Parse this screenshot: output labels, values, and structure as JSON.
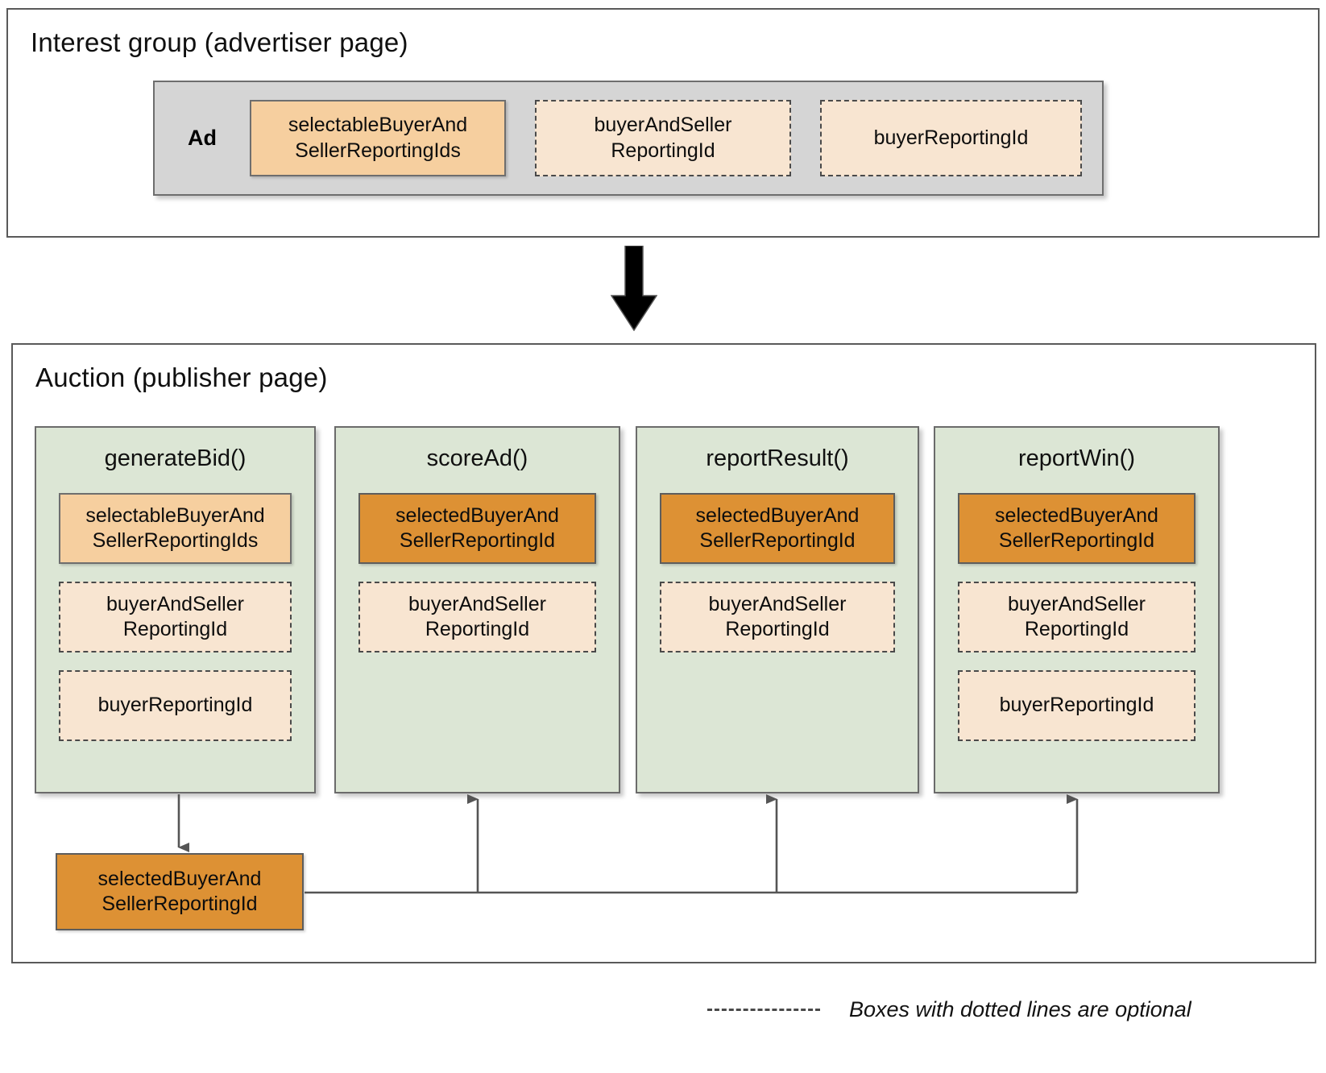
{
  "diagram": {
    "title_interest_group": "Interest group (advertiser page)",
    "title_auction": "Auction (publisher page)",
    "colors": {
      "solid_light_orange": "#F6CF9F",
      "solid_dark_orange": "#DD9134",
      "dashed_peach": "#F8E5D1",
      "function_green": "#DCE6D5",
      "ad_grey": "#D5D5D5",
      "border_grey": "#6E6E6E",
      "arrow_black": "#000000"
    }
  },
  "interest_group": {
    "title": "Interest group (advertiser page)",
    "ad_label": "Ad",
    "fields": [
      {
        "label": "selectableBuyerAnd\nSellerReportingIds",
        "style": "solid-light",
        "optional": false
      },
      {
        "label": "buyerAndSeller\nReportingId",
        "style": "dashed-peach",
        "optional": true
      },
      {
        "label": "buyerReportingId",
        "style": "dashed-peach",
        "optional": true
      }
    ]
  },
  "flow_arrow": {
    "icon": "down-block-arrow-icon",
    "direction": "down"
  },
  "auction": {
    "title": "Auction (publisher page)",
    "columns": [
      {
        "name": "generateBid()",
        "fields": [
          {
            "label": "selectableBuyerAnd\nSellerReportingIds",
            "style": "solid-light",
            "optional": false
          },
          {
            "label": "buyerAndSeller\nReportingId",
            "style": "dashed-peach",
            "optional": true
          },
          {
            "label": "buyerReportingId",
            "style": "dashed-peach",
            "optional": true
          }
        ]
      },
      {
        "name": "scoreAd()",
        "fields": [
          {
            "label": "selectedBuyerAnd\nSellerReportingId",
            "style": "solid-dark",
            "optional": false
          },
          {
            "label": "buyerAndSeller\nReportingId",
            "style": "dashed-peach",
            "optional": true
          }
        ]
      },
      {
        "name": "reportResult()",
        "fields": [
          {
            "label": "selectedBuyerAnd\nSellerReportingId",
            "style": "solid-dark",
            "optional": false
          },
          {
            "label": "buyerAndSeller\nReportingId",
            "style": "dashed-peach",
            "optional": true
          }
        ]
      },
      {
        "name": "reportWin()",
        "fields": [
          {
            "label": "selectedBuyerAnd\nSellerReportingId",
            "style": "solid-dark",
            "optional": false
          },
          {
            "label": "buyerAndSeller\nReportingId",
            "style": "dashed-peach",
            "optional": true
          },
          {
            "label": "buyerReportingId",
            "style": "dashed-peach",
            "optional": true
          }
        ]
      }
    ],
    "selected_output": {
      "label": "selectedBuyerAnd\nSellerReportingId",
      "style": "solid-dark"
    }
  },
  "legend": {
    "dash_icon": "dashed-line-icon",
    "text": "Boxes with dotted lines are optional"
  }
}
